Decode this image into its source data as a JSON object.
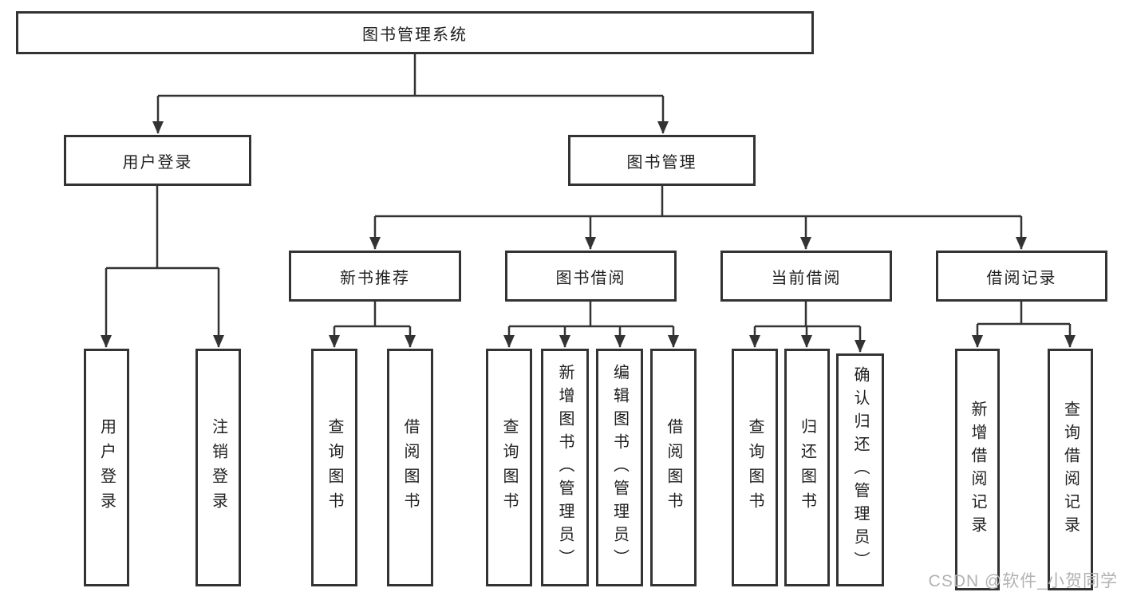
{
  "diagram_type": "functional-hierarchy-tree",
  "tree": {
    "label": "图书管理系统",
    "children": [
      {
        "label": "用户登录",
        "children": [
          {
            "label": "用户登录"
          },
          {
            "label": "注销登录"
          }
        ]
      },
      {
        "label": "图书管理",
        "children": [
          {
            "label": "新书推荐",
            "children": [
              {
                "label": "查询图书"
              },
              {
                "label": "借阅图书"
              }
            ]
          },
          {
            "label": "图书借阅",
            "children": [
              {
                "label": "查询图书"
              },
              {
                "label": "新增图书（管理员）"
              },
              {
                "label": "编辑图书（管理员）"
              },
              {
                "label": "借阅图书"
              }
            ]
          },
          {
            "label": "当前借阅",
            "children": [
              {
                "label": "查询图书"
              },
              {
                "label": "归还图书"
              },
              {
                "label": "确认归还（管理员）"
              }
            ]
          },
          {
            "label": "借阅记录",
            "children": [
              {
                "label": "新增借阅记录"
              },
              {
                "label": "查询借阅记录"
              }
            ]
          }
        ]
      }
    ]
  },
  "watermark": {
    "text": "CSDN @软件_小贺同学"
  },
  "colors": {
    "line": "#333333",
    "box_border": "#333333",
    "text": "#1f1f1f",
    "watermark": "#b2b2b2",
    "background": "#ffffff"
  }
}
